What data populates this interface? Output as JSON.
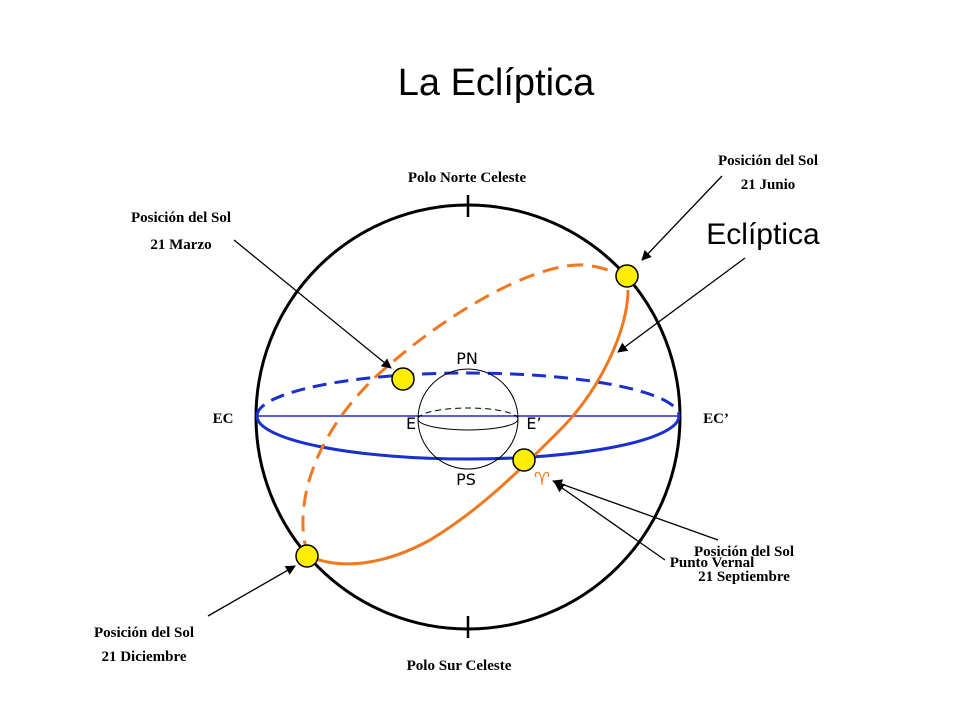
{
  "title": "La Eclíptica",
  "labels": {
    "north_pole": "Polo Norte Celeste",
    "south_pole": "Polo Sur Celeste",
    "ec_left": "EC",
    "ec_right": "EC’",
    "ecliptic": "Eclíptica",
    "vernal_point": "Punto Vernal",
    "aries_symbol": "♈"
  },
  "earth": {
    "north": "PN",
    "south": "PS",
    "east": "E",
    "east_prime": "E’"
  },
  "sun_positions": {
    "march": {
      "line1": "Posición del Sol",
      "line2": "21 Marzo"
    },
    "june": {
      "line1": "Posición del Sol",
      "line2": "21 Junio"
    },
    "september": {
      "line1": "Posición del Sol",
      "line2": "21 Septiembre"
    },
    "december": {
      "line1": "Posición del Sol",
      "line2": "21 Diciembre"
    }
  },
  "colors": {
    "sphere": "#000000",
    "equator": "#1a2fcc",
    "ecliptic": "#f07820",
    "sun_fill": "#ffee00",
    "arrow": "#000000"
  }
}
